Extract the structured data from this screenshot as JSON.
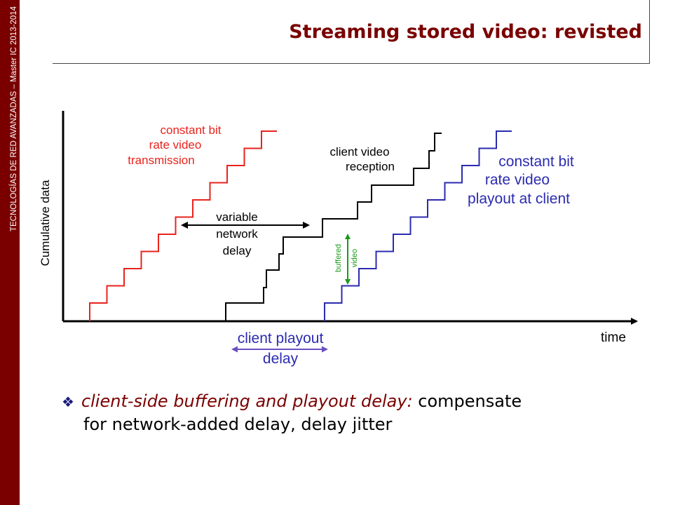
{
  "sidebar": {
    "text": "TECNOLOGÍAS DE RED AVANZADAS – Master IC 2013-2014"
  },
  "slide": {
    "title": "Streaming stored video: revisted"
  },
  "diagram": {
    "y_axis_label": "Cumulative data",
    "x_axis_label": "time",
    "transmission_label": [
      "constant bit",
      "rate video",
      "transmission"
    ],
    "reception_label": [
      "client video",
      "reception"
    ],
    "playout_label": [
      "constant bit",
      "rate video",
      "playout at client"
    ],
    "network_delay_label": [
      "variable",
      "network",
      "delay"
    ],
    "playout_delay_label": [
      "client playout",
      "delay"
    ],
    "buffered_label": [
      "buffered",
      "video"
    ],
    "colors": {
      "transmission": "#e8231c",
      "reception": "#000000",
      "playout": "#2b2bb0",
      "buffered": "#1a9a1a",
      "delay_arrow": "#6a4fc0"
    }
  },
  "bullet": {
    "emphasis": "client-side buffering and playout delay:",
    "rest_line1": " compensate",
    "line2": "for network-added delay, delay jitter"
  }
}
